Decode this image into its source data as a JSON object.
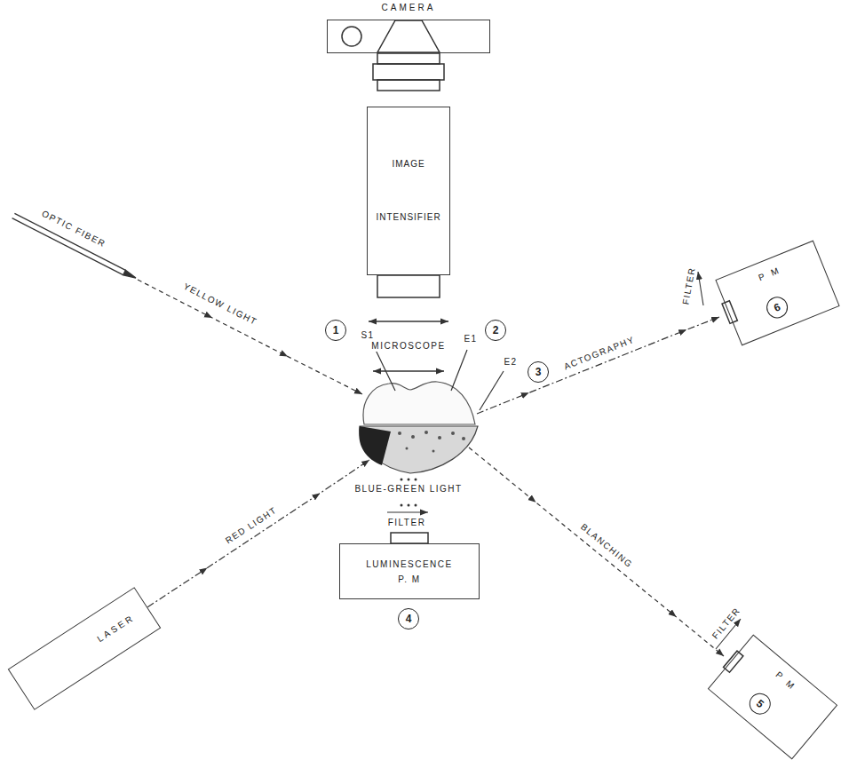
{
  "diagram": {
    "nodes": [
      {
        "text": [
          "CAMERA"
        ]
      },
      {
        "text": [
          "IMAGE INTENSIFIER"
        ]
      },
      {
        "text": [
          "1"
        ]
      },
      {
        "text": [
          "2"
        ]
      },
      {
        "text": [
          "3"
        ]
      },
      {
        "text": [
          "P M"
        ]
      },
      {
        "text": [
          "6"
        ],
        "in": 5
      },
      {
        "text": [
          "LASER"
        ]
      },
      {
        "text": [
          "LUMINESCENCE P. M"
        ]
      },
      {
        "text": [
          "4"
        ]
      },
      {
        "text": [
          "P M"
        ]
      },
      {
        "text": [
          "5"
        ],
        "in": 10
      }
    ],
    "labels": [
      "OPTIC FIBER",
      "YELLOW LIGHT",
      "MICROSCOPE",
      "S1",
      "E1",
      "E2",
      "ACTOGRAPHY",
      "FILTER",
      "RED LIGHT",
      "BLUE-GREEN LIGHT",
      "FILTER",
      "BLANCHING",
      "FILTER"
    ]
  }
}
